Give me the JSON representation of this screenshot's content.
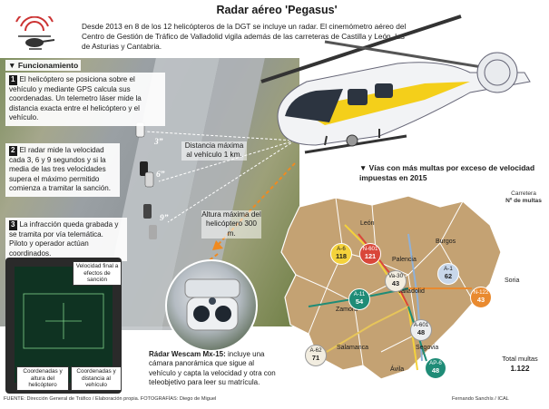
{
  "title": "Radar aéreo 'Pegasus'",
  "intro": "Desde 2013 en 8 de los 12 helicópteros de la DGT se incluye un radar. El cinemómetro aéreo del Centro de Gestión de Tráfico de Valladolid vigila además de las carreteras de Castilla y León, las de Asturias y Cantabria.",
  "funcionamiento": {
    "heading": "▼ Funcionamiento",
    "steps": [
      {
        "num": "1",
        "text": "El helicóptero se posiciona sobre el vehículo y mediante GPS calcula sus coordenadas. Un telemetro láser mide la distancia exacta entre el helicóptero y el vehículo."
      },
      {
        "num": "2",
        "text": "El radar mide la velocidad cada 3, 6 y 9 segundos y si la media de las tres velocidades supera el máximo permitido comienza a tramitar la sanción."
      },
      {
        "num": "3",
        "text": "La infracción queda grabada y se tramita por vía telemática. Piloto y operador actúan coordinados."
      }
    ]
  },
  "seconds": [
    "3”",
    "6”",
    "9”"
  ],
  "distancia_vehiculo": "Distancia máxima al vehículo 1 km.",
  "altura_helicoptero": "Altura máxima del helicóptero 300 m.",
  "monitor": {
    "label_top": "Velocidad final a efectos de sanción",
    "label_left": "Coordenadas y altura del helicóptero",
    "label_right": "Coordenadas y distancia al vehículo"
  },
  "camera": {
    "title": "Rádar Wescam Mx-15:",
    "text": " incluye una cámara panorámica que sigue al vehículo y capta la velocidad y otra con teleobjetivo para leer su matrícula."
  },
  "map": {
    "title": "▼ Vías con más multas por exceso de velocidad impuestas en 2015",
    "legend_title": "Carretera",
    "legend_value": "Nº de multas",
    "total_label": "Total multas",
    "total_value": "1.122",
    "cities": [
      "León",
      "Palencia",
      "Burgos",
      "Soria",
      "Valladolid",
      "Zamora",
      "Salamanca",
      "Segovia",
      "Ávila"
    ],
    "roads": [
      {
        "code": "A-6",
        "count": "118",
        "color": "#f4d23c"
      },
      {
        "code": "N-601",
        "count": "121",
        "color": "#d9473a"
      },
      {
        "code": "Va-30",
        "count": "43",
        "color": "#f2ede0"
      },
      {
        "code": "A-1",
        "count": "62",
        "color": "#c8d7ea"
      },
      {
        "code": "A-11",
        "count": "54",
        "color": "#1f8c77"
      },
      {
        "code": "N-122",
        "count": "43",
        "color": "#e98a2f"
      },
      {
        "code": "A-601",
        "count": "48",
        "color": "#eceef0"
      },
      {
        "code": "A-62",
        "count": "71",
        "color": "#f2ede0"
      },
      {
        "code": "AP-6",
        "count": "48",
        "color": "#1f8c77"
      }
    ]
  },
  "footer_left": "FUENTE: Dirección General de Tráfico / Elaboración propia. FOTOGRAFÍAS: Diego de Miguel",
  "footer_right": "Fernando Sanchís / ICAL"
}
